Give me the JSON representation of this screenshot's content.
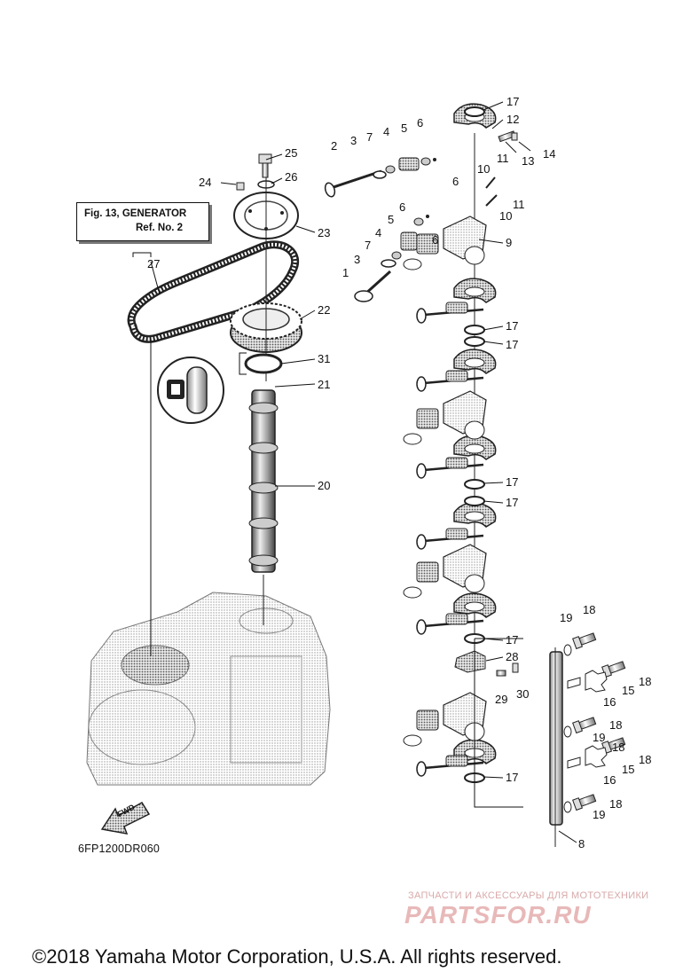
{
  "diagram": {
    "reference_box": {
      "line1": "Fig. 13, GENERATOR",
      "line2": "Ref. No. 2"
    },
    "figure_code": "6FP1200DR060",
    "fwd_label": "FWD",
    "copyright": "©2018 Yamaha Motor Corporation, U.S.A. All rights reserved.",
    "watermark": {
      "caption": "ЗАПЧАСТИ И АКСЕССУАРЫ ДЛЯ МОТОТЕХНИКИ",
      "logo": "PARTSFOR.RU"
    },
    "callouts": {
      "c17a": "17",
      "c12": "12",
      "c6a": "6",
      "c2": "2",
      "c3a": "3",
      "c7a": "7",
      "c4a": "4",
      "c5a": "5",
      "c13": "13",
      "c14": "14",
      "c6b": "6",
      "c25": "25",
      "c26": "26",
      "c24": "24",
      "c10a": "10",
      "c11a": "11",
      "c11b": "11",
      "c10b": "10",
      "c6c": "6",
      "c5b": "5",
      "c4b": "4",
      "c6d": "6",
      "c9": "9",
      "c23": "23",
      "c7b": "7",
      "c3b": "3",
      "c1": "1",
      "c27": "27",
      "c22": "22",
      "c17b": "17",
      "c17c": "17",
      "c31": "31",
      "c21": "21",
      "c20": "20",
      "c17d": "17",
      "c17e": "17",
      "c19a": "19",
      "c18a": "18",
      "c17f": "17",
      "c28": "28",
      "c18b": "18",
      "c29": "29",
      "c30": "30",
      "c15a": "15",
      "c18c": "18",
      "c16a": "16",
      "c18d": "18",
      "c19b": "19",
      "c18e": "18",
      "c15b": "15",
      "c16b": "16",
      "c17g": "17",
      "c18f": "18",
      "c19c": "19",
      "c8": "8"
    }
  }
}
